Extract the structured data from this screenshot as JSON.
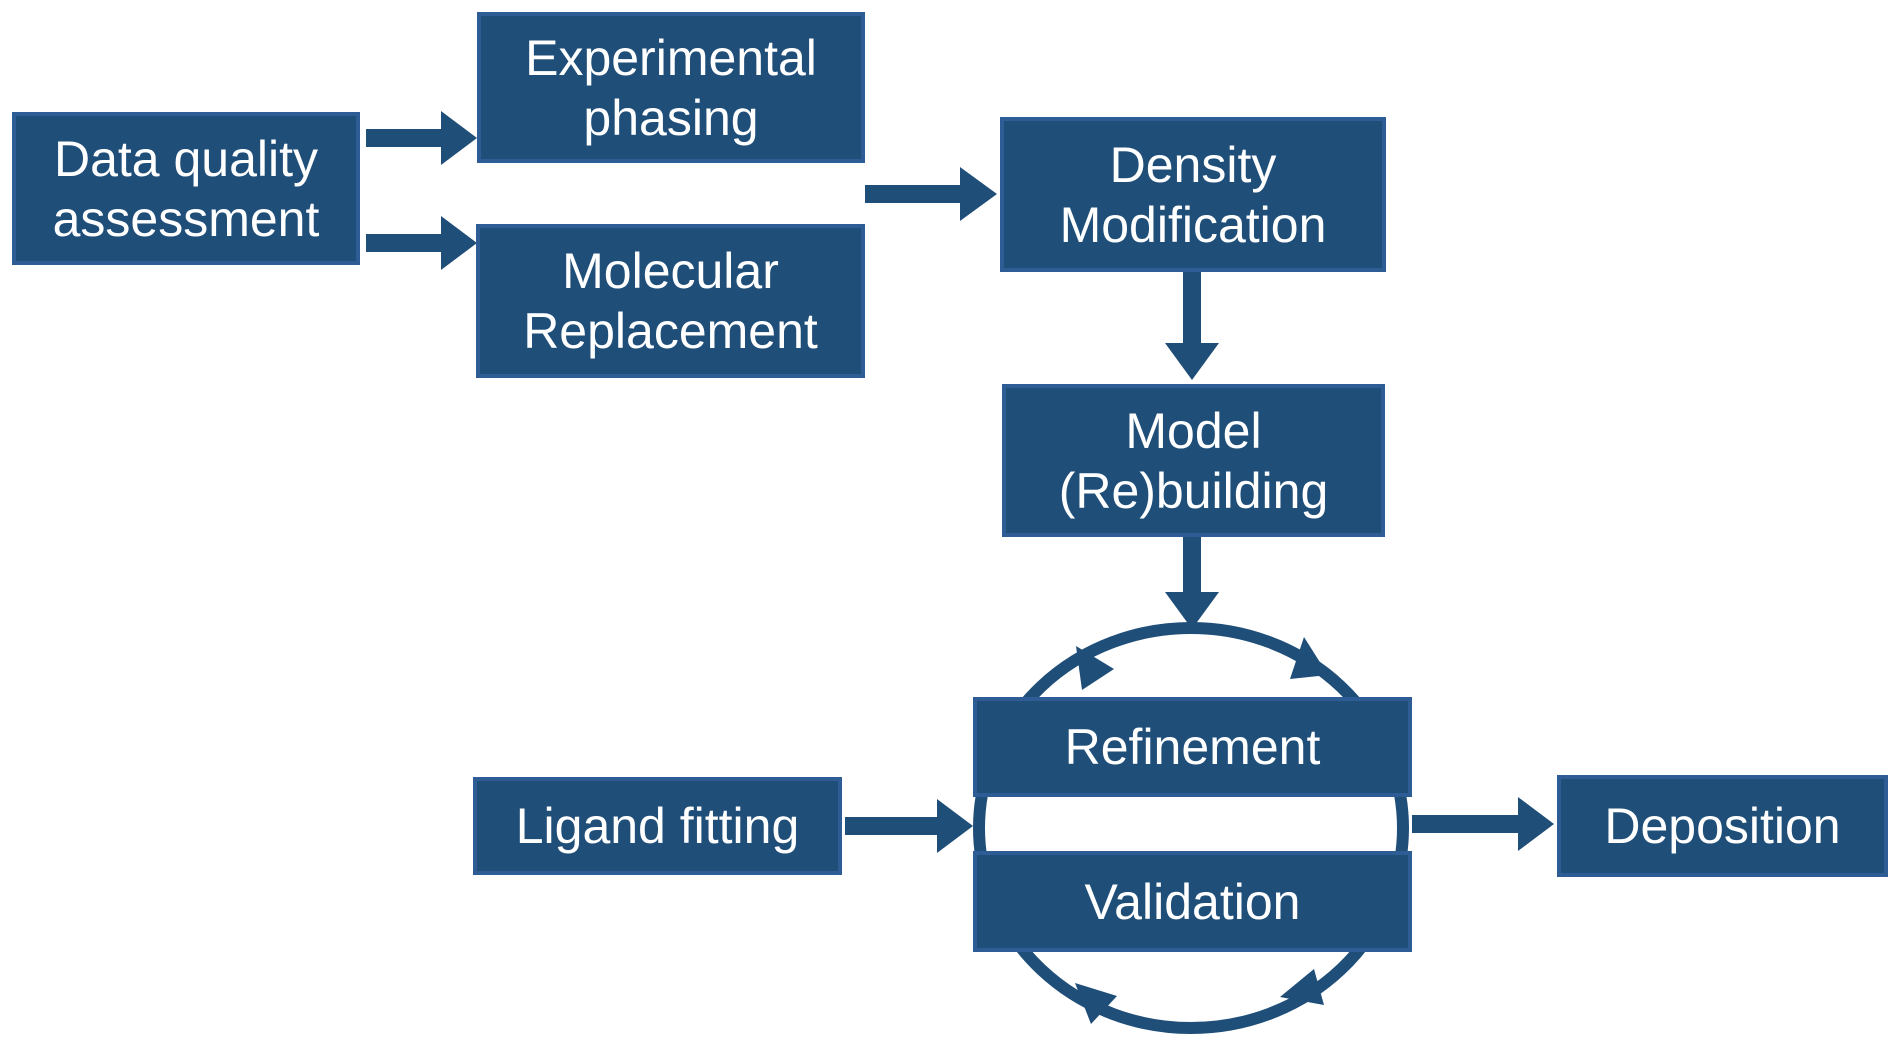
{
  "diagram": {
    "description": "Crystallographic structure determination pipeline flowchart",
    "background": "#FFFFFF",
    "colors": {
      "box_fill": "#1F4E79",
      "box_border": "#2E5C94",
      "arrow": "#1F4E79",
      "text": "#FFFFFF"
    },
    "boxes": {
      "data_quality": {
        "line1": "Data quality",
        "line2": "assessment"
      },
      "experimental": {
        "line1": "Experimental",
        "line2": "phasing"
      },
      "molecular": {
        "line1": "Molecular",
        "line2": "Replacement"
      },
      "density": {
        "line1": "Density",
        "line2": "Modification"
      },
      "model": {
        "line1": "Model",
        "line2": "(Re)building"
      },
      "refinement": {
        "label": "Refinement"
      },
      "validation": {
        "label": "Validation"
      },
      "ligand": {
        "label": "Ligand fitting"
      },
      "deposition": {
        "label": "Deposition"
      }
    },
    "edges": [
      {
        "from": "Data quality assessment",
        "to": "Experimental phasing"
      },
      {
        "from": "Data quality assessment",
        "to": "Molecular Replacement"
      },
      {
        "from": "Experimental phasing / Molecular Replacement",
        "to": "Density Modification"
      },
      {
        "from": "Density Modification",
        "to": "Model (Re)building"
      },
      {
        "from": "Model (Re)building",
        "to": "Refinement-Validation cycle"
      },
      {
        "from": "Ligand fitting",
        "to": "Refinement-Validation cycle"
      },
      {
        "from": "Refinement",
        "to": "Validation",
        "style": "circular cycle, both directions"
      },
      {
        "from": "Refinement-Validation cycle",
        "to": "Deposition"
      }
    ]
  }
}
